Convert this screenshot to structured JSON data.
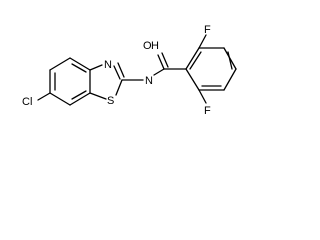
{
  "molecule": {
    "atoms": {
      "chlorine": "Cl",
      "nitrogen_ring": "N",
      "sulfur": "S",
      "nitrogen_amide": "N",
      "oxygen": "O",
      "hydrogen": "H",
      "fluorine_top": "F",
      "fluorine_bottom": "F"
    }
  },
  "colors": {
    "bond": "#000000",
    "label": "#000000",
    "background": "#ffffff"
  }
}
